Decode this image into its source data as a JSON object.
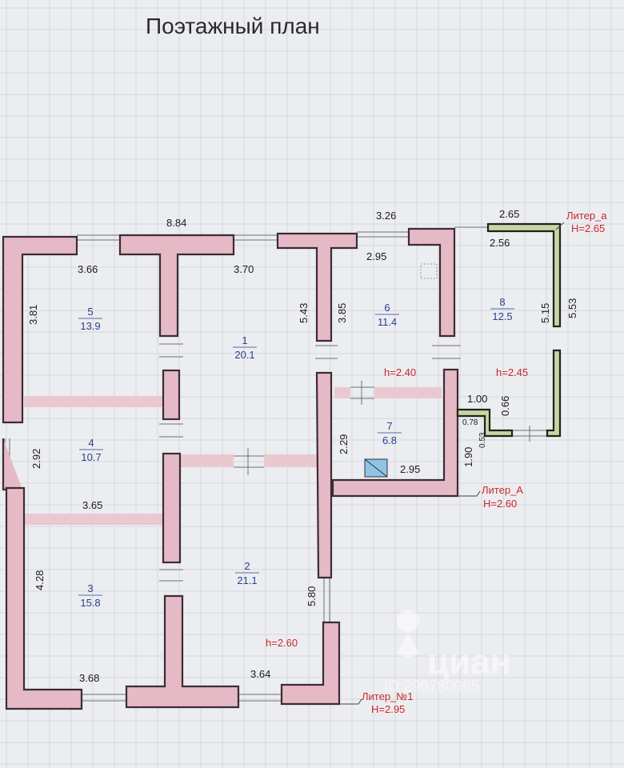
{
  "title": "Поэтажный план",
  "dimensions": {
    "top_total": "8.84",
    "top_right": "3.26",
    "top_ext": "2.65",
    "ext_inner_top": "2.56",
    "room5_width": "3.66",
    "room1_width": "3.70",
    "room6_width": "2.95",
    "room5_height": "3.81",
    "room1_right": "5.43",
    "room6_height": "3.85",
    "room8_inner_h": "5.15",
    "room8_outer_h": "5.53",
    "room4_height": "2.92",
    "room3_width": "3.65",
    "room7_height": "2.29",
    "room7_width": "2.95",
    "ext_step": "1.00",
    "ext_small_a": "0.66",
    "ext_small_b": "0.78",
    "ext_small_c": "0.53",
    "room7_right": "1.90",
    "room3_height": "4.28",
    "room2_right": "5.80",
    "bottom_left": "3.68",
    "bottom_mid": "3.64"
  },
  "rooms": [
    {
      "num": "5",
      "area": "13.9"
    },
    {
      "num": "1",
      "area": "20.1"
    },
    {
      "num": "6",
      "area": "11.4"
    },
    {
      "num": "8",
      "area": "12.5"
    },
    {
      "num": "4",
      "area": "10.7"
    },
    {
      "num": "7",
      "area": "6.8"
    },
    {
      "num": "3",
      "area": "15.8"
    },
    {
      "num": "2",
      "area": "21.1"
    }
  ],
  "annotations": {
    "h_240": "h=2.40",
    "h_245": "h=2.45",
    "h_260": "h=2.60",
    "liter_a_small": "Литер_а",
    "liter_a_small_h": "H=2.65",
    "liter_A": "Литер_А",
    "liter_A_h": "H=2.60",
    "liter_1": "Литер_№1",
    "liter_1_h": "H=2.95"
  },
  "watermark": {
    "brand": "циан",
    "id": "ID 296780965"
  }
}
